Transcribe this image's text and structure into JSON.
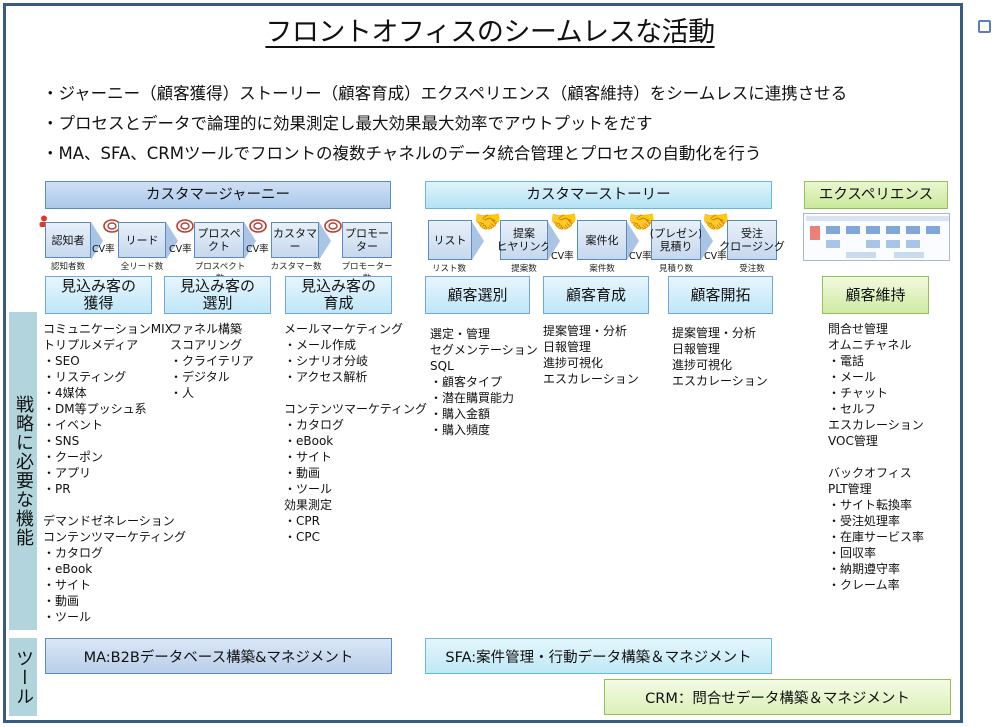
{
  "title": "フロントオフィスのシームレスな活動",
  "bullets": [
    "・ジャーニー（顧客獲得）ストーリー（顧客育成）エクスペリエンス（顧客維持）をシームレスに連携させる",
    "・プロセスとデータで論理的に効果測定し最大効果最大効率でアウトプットをだす",
    "・MA、SFA、CRMツールでフロントの複数チャネルのデータ統合管理とプロセスの自動化を行う"
  ],
  "headers": {
    "journey": "カスタマージャーニー",
    "story": "カスタマーストーリー",
    "experience": "エクスペリエンス"
  },
  "journey_flow": {
    "steps": [
      "認知者",
      "リード",
      "プロスペクト",
      "カスタマー",
      "プロモーター"
    ],
    "counts": [
      "認知者数",
      "全リード数",
      "プロスペクト数",
      "カスタマー数",
      "プロモーター数"
    ],
    "cv": "CV率"
  },
  "story_flow": {
    "steps": [
      "リスト",
      "提案\nヒヤリング",
      "案件化",
      "(プレゼン)\n見積り",
      "受注\nクロージング"
    ],
    "counts": [
      "リスト数",
      "提案数",
      "案件数",
      "見積り数",
      "受注数"
    ],
    "cv": "CV率"
  },
  "categories": {
    "acquire": "見込み客の\n獲得",
    "select": "見込み客の\n選別",
    "nurture": "見込み客の\n育成",
    "cust_select": "顧客選別",
    "cust_nurture": "顧客育成",
    "cust_develop": "顧客開拓",
    "retention": "顧客維持"
  },
  "lists": {
    "acquire": "コミュニケーションMIX\nトリプルメディア\n・SEO\n・リスティング\n・4媒体\n・DM等プッシュ系\n・イベント\n・SNS\n・クーポン\n・アプリ\n・PR\n\nデマンドゼネレーション\nコンテンツマーケティング\n・カタログ\n・eBook\n・サイト\n・動画\n・ツール",
    "select": "ファネル構築\nスコアリング\n・クライテリア\n・デジタル\n・人",
    "nurture": "メールマーケティング\n・メール作成\n・シナリオ分岐\n・アクセス解析\n\nコンテンツマーケティング\n・カタログ\n・eBook\n・サイト\n・動画\n・ツール\n効果測定\n・CPR\n・CPC",
    "cust_select": "選定・管理\nセグメンテーション\nSQL\n・顧客タイプ\n・潜在購買能力\n・購入金額\n・購入頻度",
    "cust_nurture": "提案管理・分析\n日報管理\n進捗可視化\nエスカレーション",
    "cust_develop": "提案管理・分析\n日報管理\n進捗可視化\nエスカレーション",
    "retention": "問合せ管理\nオムニチャネル\n・電話\n・メール\n・チャット\n・セルフ\nエスカレーション\nVOC管理\n\nバックオフィス\nPLT管理\n・サイト転換率\n・受注処理率\n・在庫サービス率\n・回収率\n・納期遵守率\n・クレーム率"
  },
  "side_labels": {
    "functions": "戦略に必要な機能",
    "tools": "ツール"
  },
  "tools": {
    "ma": "MA:B2Bデータベース構築&マネジメント",
    "sfa": "SFA:案件管理・行動データ構築＆マネジメント",
    "crm": "CRM：問合せデータ構築＆マネジメント"
  },
  "colors": {
    "frame": "#3a5a80",
    "journey": "#aac8ea",
    "story": "#b3e3f4",
    "experience": "#c9e99a",
    "side": "#b2d5dd"
  }
}
